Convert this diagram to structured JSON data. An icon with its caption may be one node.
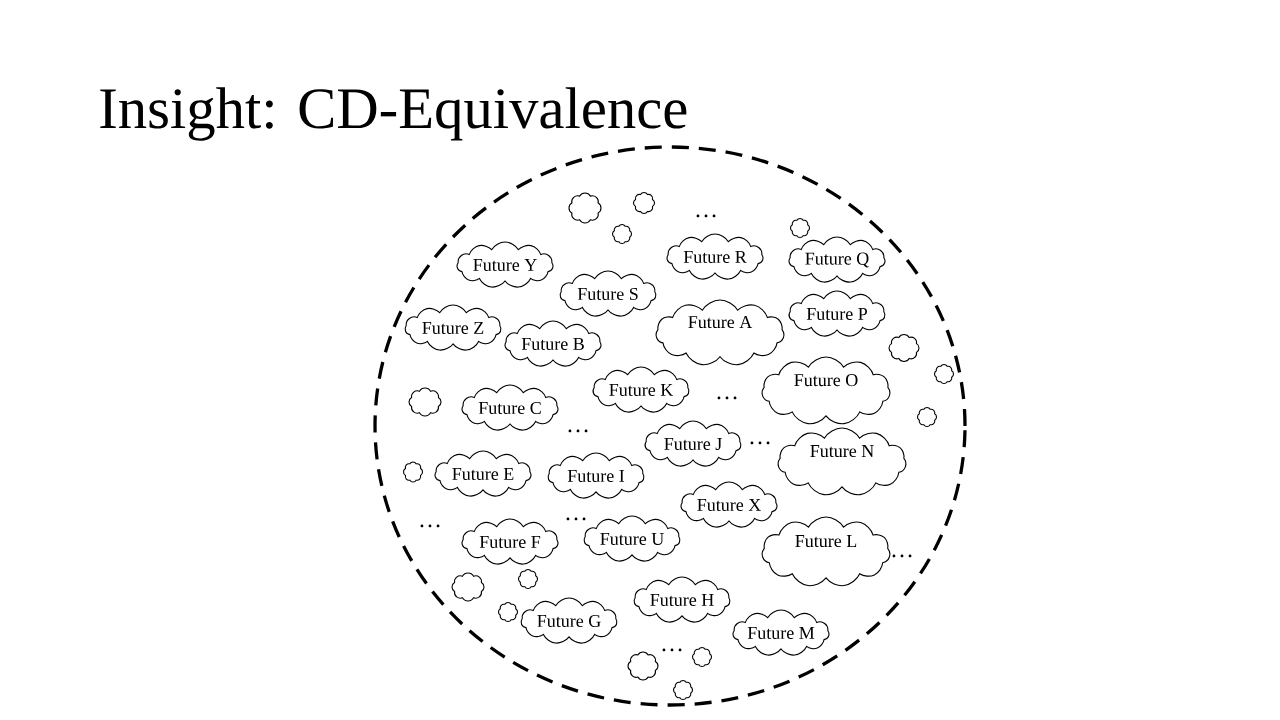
{
  "diagram": {
    "title": "Insight: CD-Equivalence",
    "nodes": [
      {
        "text": [],
        "shape": "circle"
      },
      {
        "text": [],
        "shape": "cloud",
        "in": 0
      },
      {
        "text": [],
        "shape": "cloud",
        "in": 0
      },
      {
        "text": [],
        "shape": "cloud",
        "in": 0
      },
      {
        "text": [],
        "shape": "cloud",
        "in": 0
      },
      {
        "text": [
          "Future Y"
        ],
        "in": 0
      },
      {
        "text": [
          "Future R"
        ],
        "in": 0
      },
      {
        "text": [
          "Future Q"
        ],
        "in": 0
      },
      {
        "text": [
          "Future S"
        ],
        "in": 0
      },
      {
        "text": [
          "Future A"
        ],
        "in": 0
      },
      {
        "text": [
          "Future P"
        ],
        "in": 0
      },
      {
        "text": [
          "Future Z"
        ],
        "in": 0
      },
      {
        "text": [
          "Future B"
        ],
        "in": 0
      },
      {
        "text": [],
        "shape": "cloud",
        "in": 0
      },
      {
        "text": [],
        "shape": "cloud",
        "in": 0
      },
      {
        "text": [
          "Future C"
        ],
        "in": 0
      },
      {
        "text": [
          "Future K"
        ],
        "in": 0
      },
      {
        "text": [
          "Future O"
        ],
        "in": 0
      },
      {
        "text": [],
        "shape": "cloud",
        "in": 0
      },
      {
        "text": [],
        "shape": "cloud",
        "in": 0
      },
      {
        "text": [],
        "shape": "cloud",
        "in": 0
      },
      {
        "text": [
          "Future E"
        ],
        "in": 0
      },
      {
        "text": [
          "Future I"
        ],
        "in": 0
      },
      {
        "text": [
          "Future J"
        ],
        "in": 0
      },
      {
        "text": [
          "Future N"
        ],
        "in": 0
      },
      {
        "text": [
          "Future F"
        ],
        "in": 0
      },
      {
        "text": [
          "Future U"
        ],
        "in": 0
      },
      {
        "text": [
          "Future X"
        ],
        "in": 0
      },
      {
        "text": [
          "Future L"
        ],
        "in": 0
      },
      {
        "text": [],
        "shape": "cloud",
        "in": 0
      },
      {
        "text": [],
        "shape": "cloud",
        "in": 0
      },
      {
        "text": [],
        "shape": "cloud",
        "in": 0
      },
      {
        "text": [
          "Future G"
        ],
        "in": 0
      },
      {
        "text": [
          "Future H"
        ],
        "in": 0
      },
      {
        "text": [
          "Future M"
        ],
        "in": 0
      },
      {
        "text": [],
        "shape": "cloud",
        "in": 0
      },
      {
        "text": [],
        "shape": "cloud",
        "in": 0
      },
      {
        "text": [],
        "shape": "cloud",
        "in": 0
      }
    ],
    "labels": [
      "…",
      "…",
      "…",
      "…",
      "…",
      "…",
      "…",
      "…"
    ]
  }
}
